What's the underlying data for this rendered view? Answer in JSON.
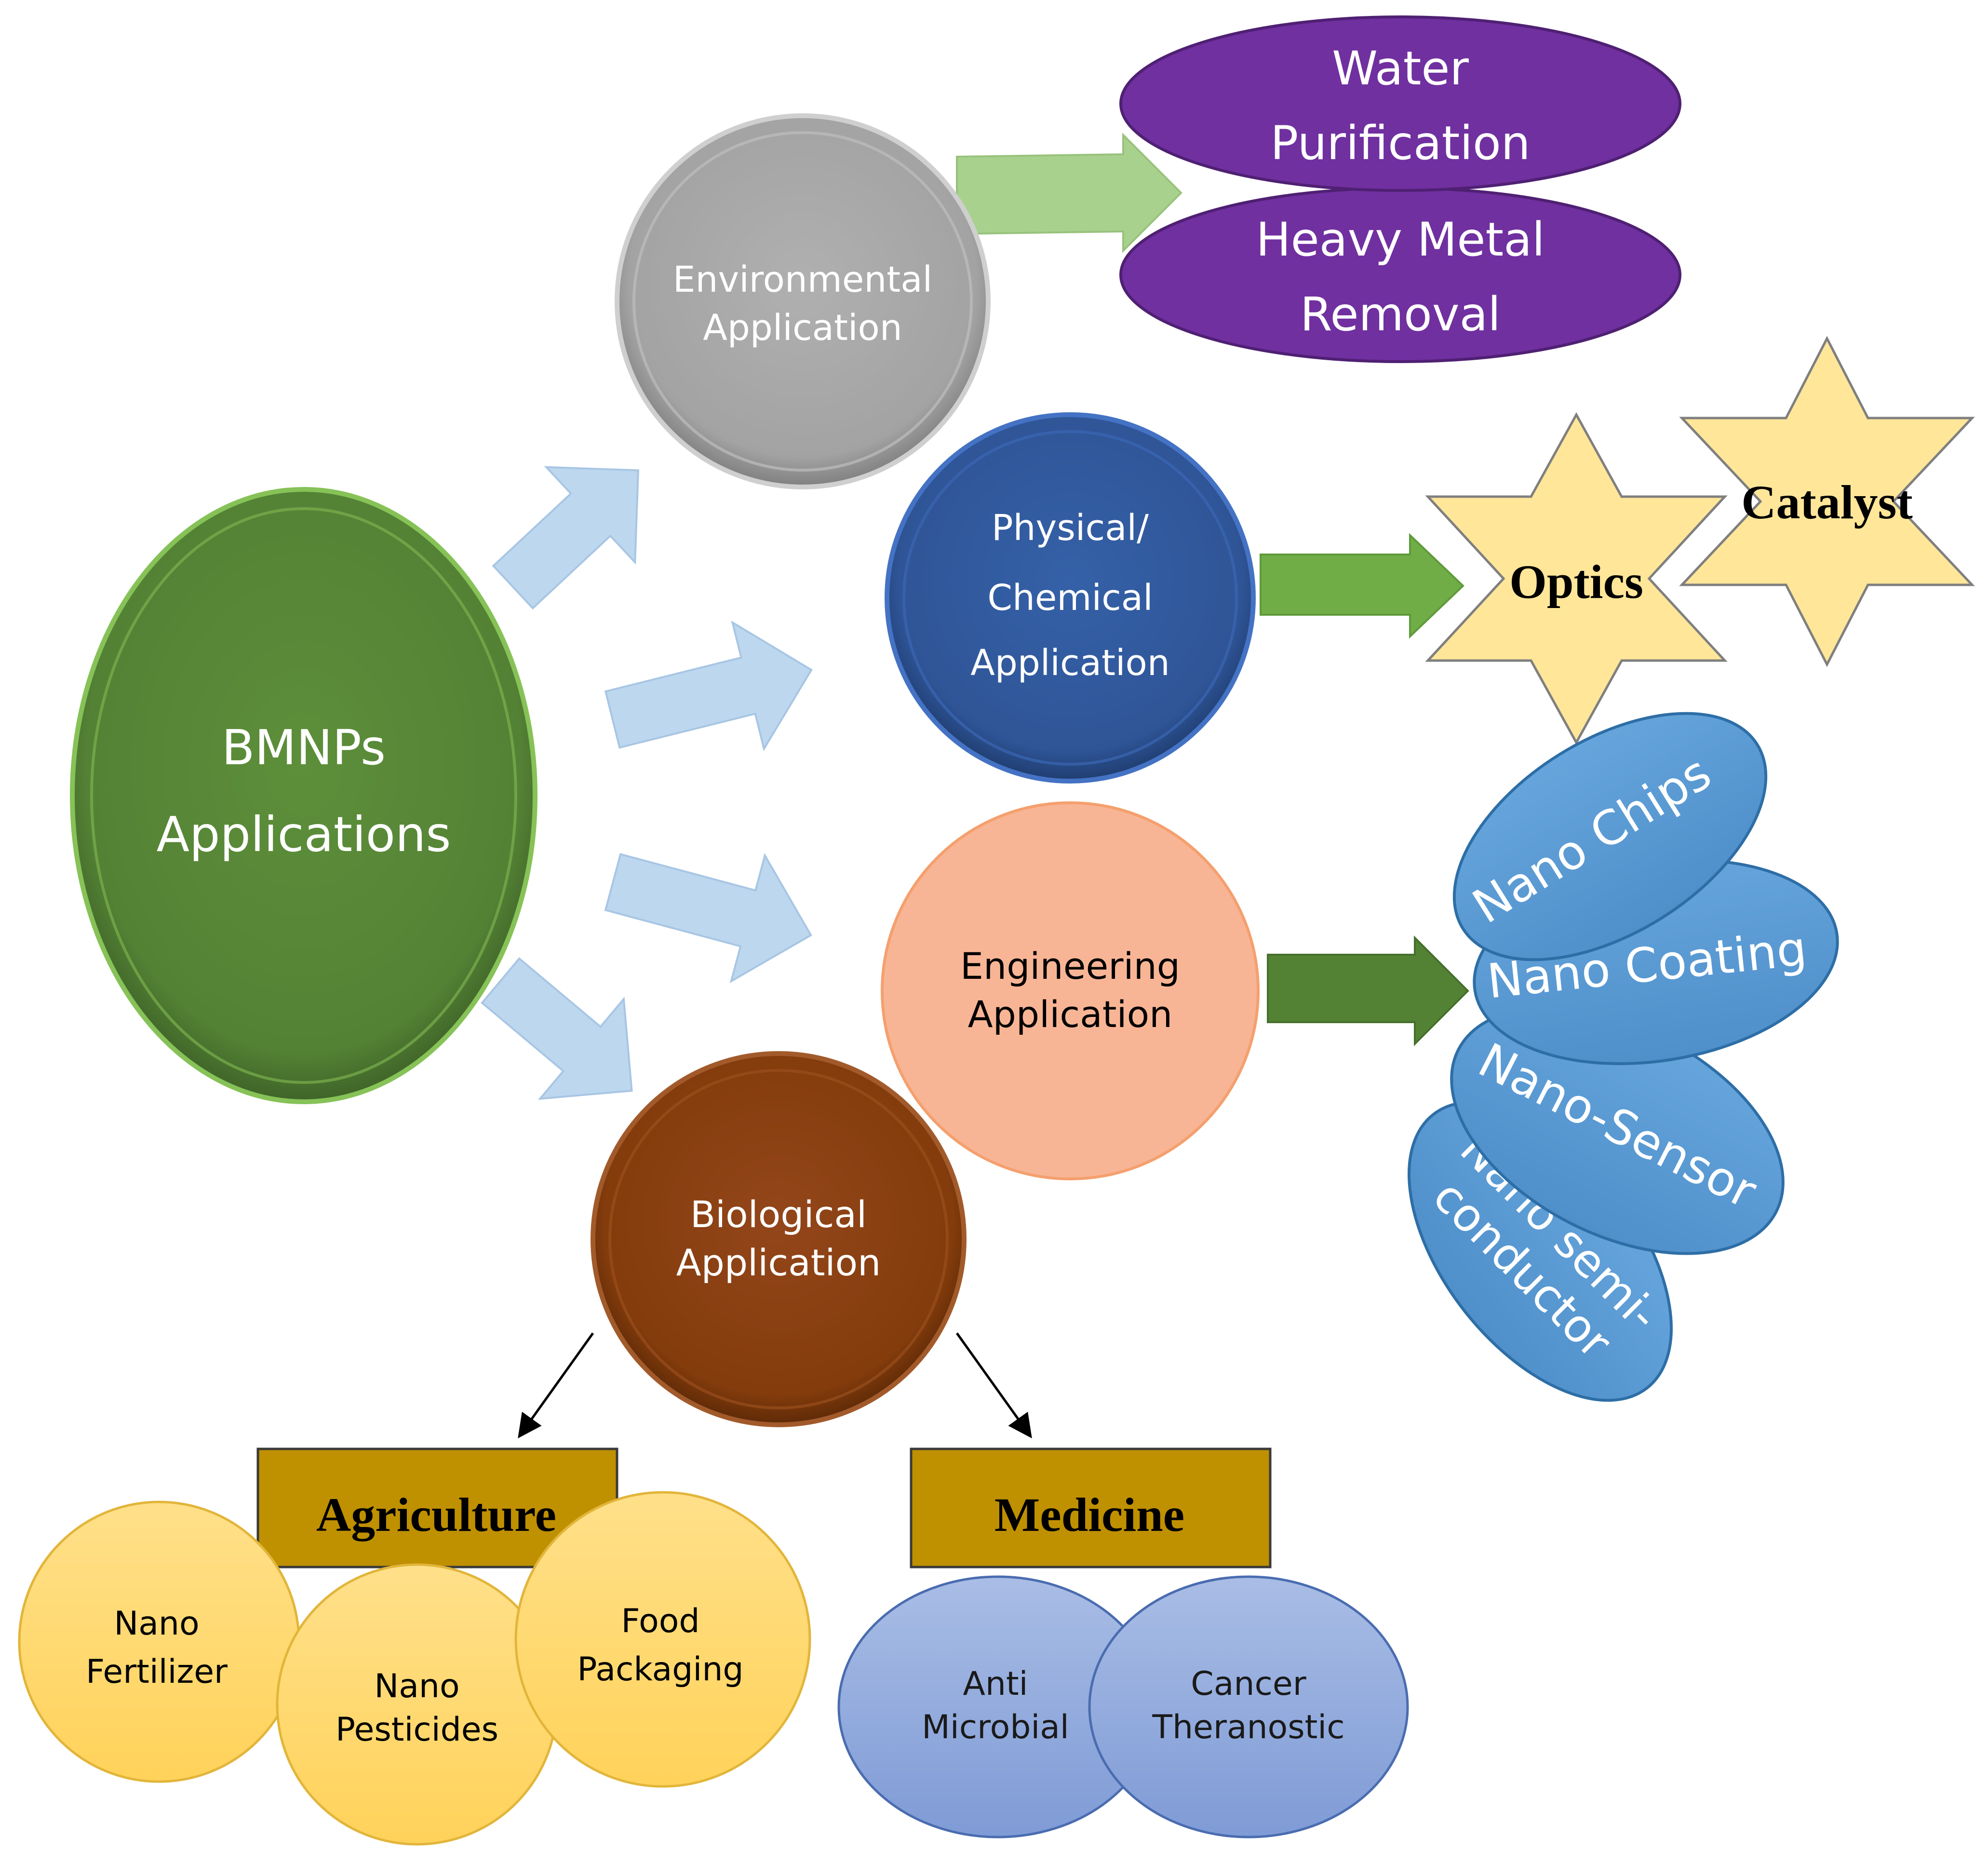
{
  "center": {
    "line1": "BMNPs",
    "line2": "Applications"
  },
  "environmental": {
    "line1": "Environmental",
    "line2": "Application",
    "items": [
      {
        "line1": "Water",
        "line2": "Purification"
      },
      {
        "line1": "Heavy Metal",
        "line2": "Removal"
      }
    ]
  },
  "physical": {
    "line1": "Physical/",
    "line2": "Chemical",
    "line3": "Application",
    "items": [
      "Optics",
      "Catalyst"
    ]
  },
  "engineering": {
    "line1": "Engineering",
    "line2": "Application",
    "items": [
      {
        "line1": "Nano Chips"
      },
      {
        "line1": "Nano Coating"
      },
      {
        "line1": "Nano-Sensor"
      },
      {
        "line1": "Nano semi-",
        "line2": "conductor"
      }
    ]
  },
  "biological": {
    "line1": "Biological",
    "line2": "Application",
    "agriculture": {
      "label": "Agriculture",
      "items": [
        {
          "line1": "Nano",
          "line2": "Fertilizer"
        },
        {
          "line1": "Nano",
          "line2": "Pesticides"
        },
        {
          "line1": "Food",
          "line2": "Packaging"
        }
      ]
    },
    "medicine": {
      "label": "Medicine",
      "items": [
        {
          "line1": "Anti",
          "line2": "Microbial"
        },
        {
          "line1": "Cancer",
          "line2": "Theranostic"
        }
      ]
    }
  },
  "colors": {
    "center": "#548235",
    "environmental": "#a6a6a6",
    "physical": "#2f5597",
    "engineering": "#f8b595",
    "biological": "#843c0c",
    "purple": "#7030a0",
    "star": "#ffe699",
    "lobe": "#5b9bd5",
    "category_box": "#bf9000",
    "agri_circle": "#ffd966",
    "med_circle": "#8faadc",
    "light_arrow": "#bdd7ee",
    "green_arrow": "#70ad47",
    "pale_green_arrow": "#a9d18e"
  }
}
